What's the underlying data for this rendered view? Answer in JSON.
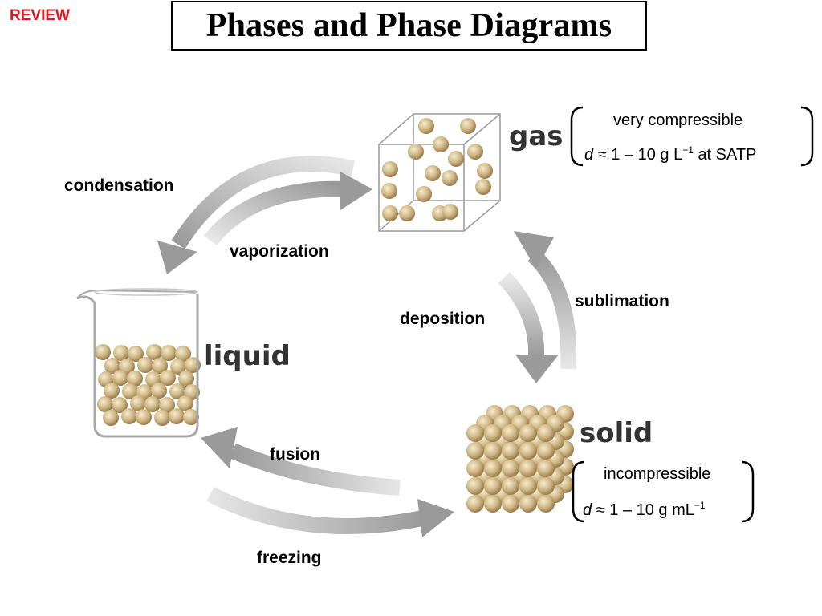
{
  "header": {
    "review_label": "REVIEW",
    "title": "Phases and Phase Diagrams"
  },
  "phases": {
    "gas": "gas",
    "liquid": "liquid",
    "solid": "solid"
  },
  "processes": {
    "condensation": "condensation",
    "vaporization": "vaporization",
    "sublimation": "sublimation",
    "deposition": "deposition",
    "fusion": "fusion",
    "freezing": "freezing"
  },
  "gas_properties": {
    "line1": "very compressible",
    "density_symbol": "d",
    "density_range": "≈ 1 – 10 g L",
    "density_exponent": "−1",
    "density_condition": "at  SATP"
  },
  "solid_properties": {
    "line1": "incompressible",
    "density_symbol": "d",
    "density_range": "≈ 1 – 10 g mL",
    "density_exponent": "−1"
  },
  "colors": {
    "review": "#e8141b",
    "arrow": "#a8a8a8",
    "particle": "#c9b07a"
  }
}
